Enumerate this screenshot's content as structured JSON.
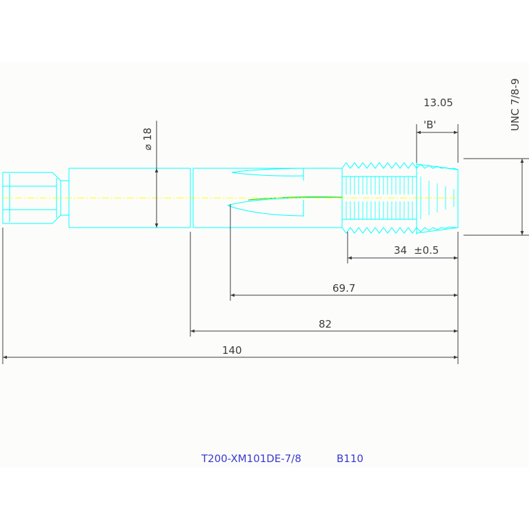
{
  "drawing": {
    "dimensions": {
      "overall_length": "140",
      "shank_length": "82",
      "flute_length": "69.7",
      "thread_length": "34",
      "thread_tolerance": "±0.5",
      "chamfer_length": "13.05",
      "chamfer_label": "'B'",
      "shank_diameter": "⌀ 18",
      "thread_spec": "UNC 7/8-9"
    },
    "title_block": {
      "part_number": "T200-XM101DE-7/8",
      "variant": "B110"
    }
  },
  "colors": {
    "outline": "#00ffff",
    "dimension": "#3c3c3c",
    "centerline": "#ffff00",
    "flute": "#00d000",
    "label_blue": "#3a3acf",
    "sheet": "#fcfdfb"
  }
}
